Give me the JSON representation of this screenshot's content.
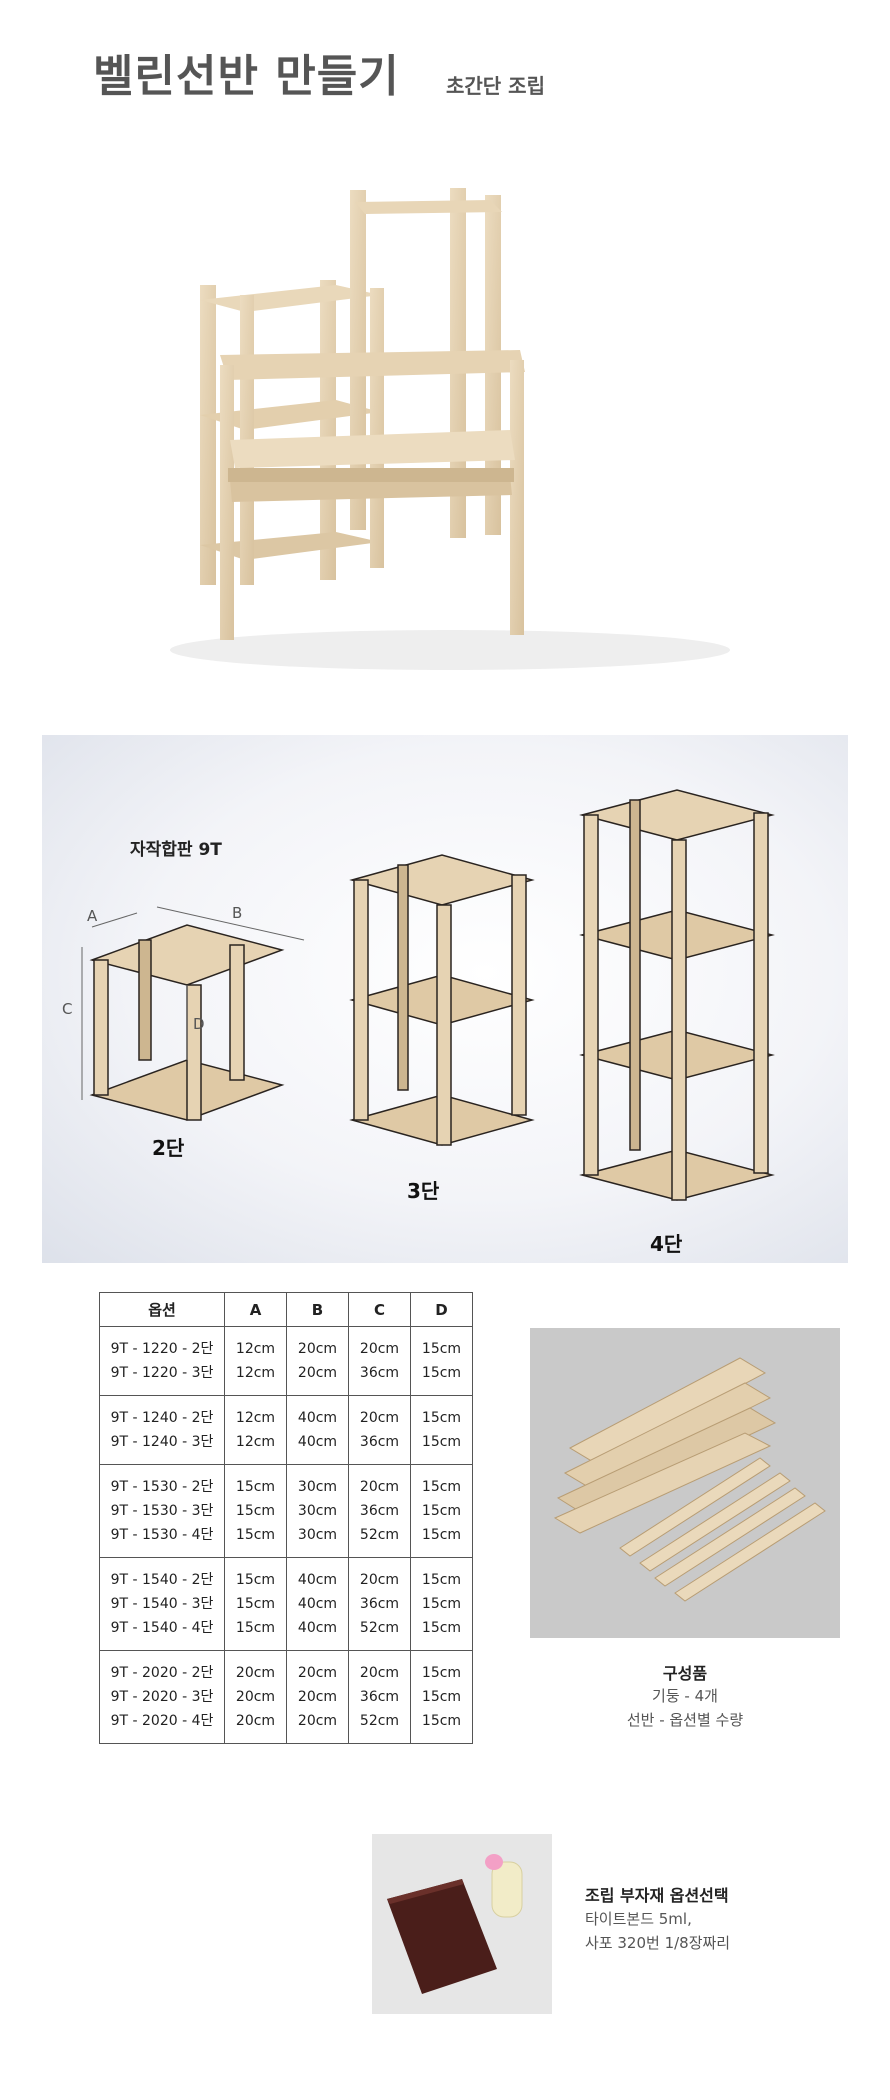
{
  "header": {
    "title": "벨린선반 만들기",
    "subtitle": "초간단 조립"
  },
  "diagram": {
    "material_label": "자작합판 9T",
    "dimension_labels": {
      "a": "A",
      "b": "B",
      "c": "C",
      "d": "D"
    },
    "tiers": [
      "2단",
      "3단",
      "4단"
    ]
  },
  "spec_table": {
    "headers": [
      "옵션",
      "A",
      "B",
      "C",
      "D"
    ],
    "groups": [
      [
        [
          "9T - 1220 - 2단",
          "12cm",
          "20cm",
          "20cm",
          "15cm"
        ],
        [
          "9T - 1220 - 3단",
          "12cm",
          "20cm",
          "36cm",
          "15cm"
        ]
      ],
      [
        [
          "9T - 1240 - 2단",
          "12cm",
          "40cm",
          "20cm",
          "15cm"
        ],
        [
          "9T - 1240 - 3단",
          "12cm",
          "40cm",
          "36cm",
          "15cm"
        ]
      ],
      [
        [
          "9T - 1530 - 2단",
          "15cm",
          "30cm",
          "20cm",
          "15cm"
        ],
        [
          "9T - 1530 - 3단",
          "15cm",
          "30cm",
          "36cm",
          "15cm"
        ],
        [
          "9T - 1530 - 4단",
          "15cm",
          "30cm",
          "52cm",
          "15cm"
        ]
      ],
      [
        [
          "9T - 1540 - 2단",
          "15cm",
          "40cm",
          "20cm",
          "15cm"
        ],
        [
          "9T - 1540 - 3단",
          "15cm",
          "40cm",
          "36cm",
          "15cm"
        ],
        [
          "9T - 1540 - 4단",
          "15cm",
          "40cm",
          "52cm",
          "15cm"
        ]
      ],
      [
        [
          "9T - 2020 - 2단",
          "20cm",
          "20cm",
          "20cm",
          "15cm"
        ],
        [
          "9T - 2020 - 3단",
          "20cm",
          "20cm",
          "36cm",
          "15cm"
        ],
        [
          "9T - 2020 - 4단",
          "20cm",
          "20cm",
          "52cm",
          "15cm"
        ]
      ]
    ]
  },
  "components": {
    "title": "구성품",
    "lines": [
      "기둥 - 4개",
      "선반 - 옵션별 수량"
    ]
  },
  "accessories": {
    "title": "조립 부자재 옵션선택",
    "lines": [
      "타이트본드 5ml,",
      "사포 320번 1/8장짜리"
    ]
  },
  "colors": {
    "plywood": "#e6d3b3",
    "plywood_dark": "#cdb690",
    "edge": "#2a2420",
    "photo_bg": "#c9c9c9",
    "sandpaper": "#4a1e1a"
  }
}
